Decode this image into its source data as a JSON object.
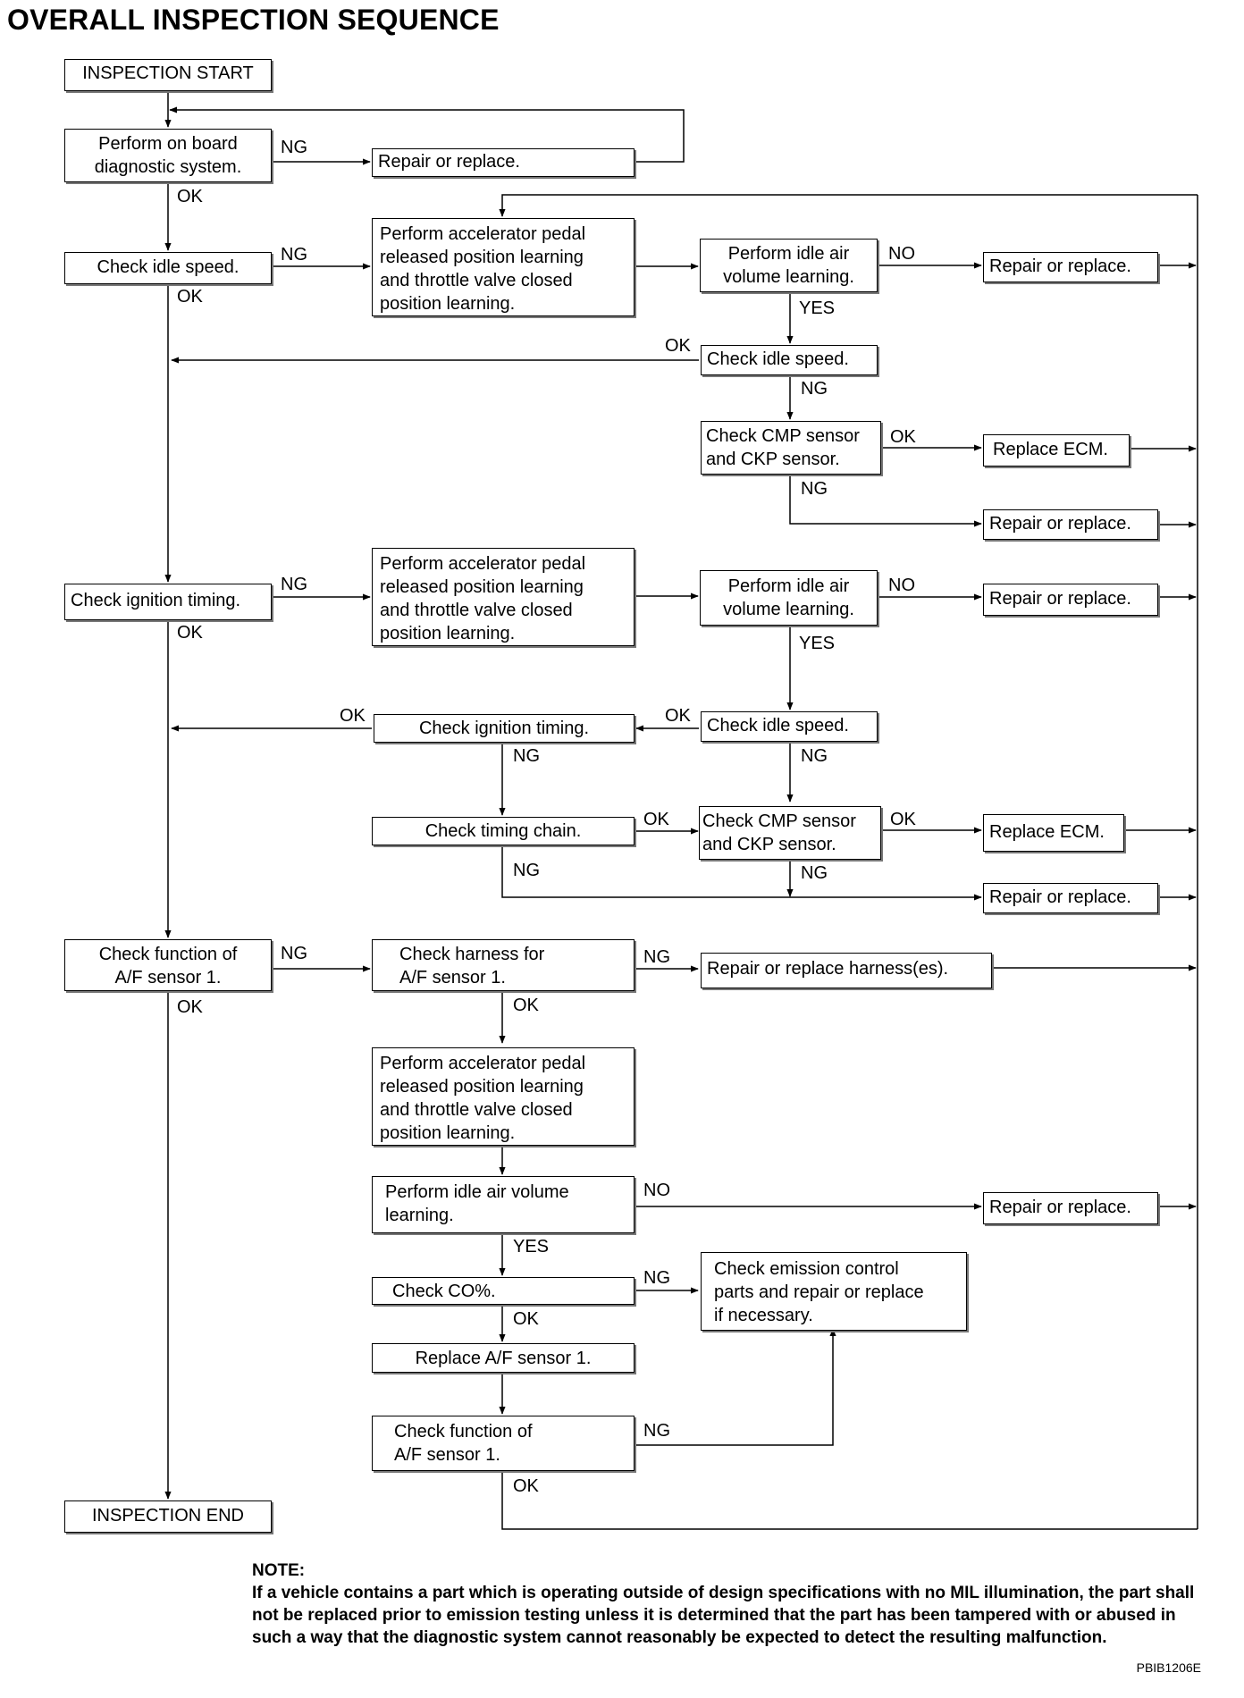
{
  "title": "OVERALL INSPECTION SEQUENCE",
  "boxes": {
    "start": "INSPECTION START",
    "obd": "Perform on board\ndiagnostic system.",
    "repair0": "Repair or replace.",
    "idle1": "Check idle speed.",
    "learn1": "Perform accelerator pedal\nreleased position learning\nand throttle valve closed\nposition learning.",
    "iav1": "Perform idle air\nvolume learning.",
    "repair1": "Repair or replace.",
    "idle2": "Check idle speed.",
    "cmp1": "Check CMP sensor\nand CKP sensor.",
    "ecm1": "Replace ECM.",
    "repair2": "Repair or replace.",
    "ign1": "Check ignition timing.",
    "learn2": "Perform accelerator pedal\nreleased position learning\nand throttle valve closed\nposition learning.",
    "iav2": "Perform idle air\nvolume learning.",
    "repair3": "Repair or replace.",
    "ign2": "Check ignition timing.",
    "idle3": "Check idle speed.",
    "chain": "Check timing chain.",
    "cmp2": "Check CMP sensor\nand CKP sensor.",
    "ecm2": "Replace ECM.",
    "repair4": "Repair or replace.",
    "af1": "Check function of\nA/F sensor 1.",
    "harness": "Check harness for\nA/F sensor 1.",
    "repairh": "Repair or replace harness(es).",
    "learn3": "Perform accelerator pedal\nreleased position learning\nand throttle valve closed\nposition learning.",
    "iav3": "Perform idle air volume\nlearning.",
    "repair5": "Repair or replace.",
    "co": "Check CO%.",
    "emission": "Check emission control\nparts and repair or replace\nif necessary.",
    "replaceaf": "Replace A/F sensor 1.",
    "af2": "Check function of\nA/F sensor 1.",
    "end": "INSPECTION END"
  },
  "labels": {
    "ng": "NG",
    "ok": "OK",
    "no": "NO",
    "yes": "YES"
  },
  "note": {
    "heading": "NOTE:",
    "text": "If a vehicle contains a part which is operating outside of design specifications with no MIL illumination, the part shall not be replaced prior to emission testing unless it is determined that the part has been tampered with or abused in such a way that the diagnostic system cannot reasonably be expected to detect the resulting malfunction."
  },
  "figure_code": "PBIB1206E"
}
